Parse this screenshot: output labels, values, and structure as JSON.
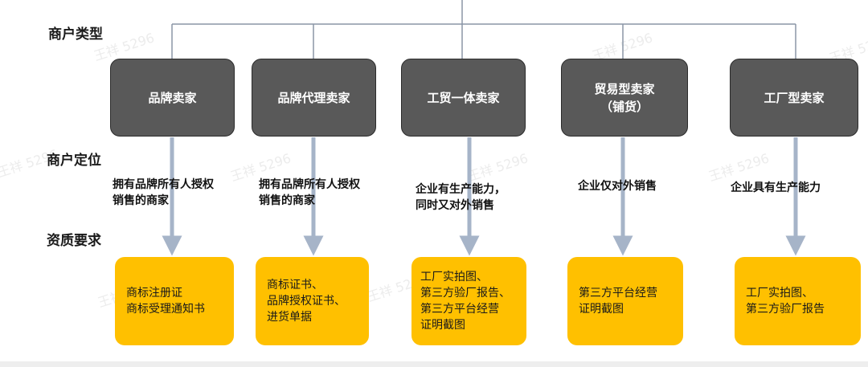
{
  "row_labels": {
    "type": "商户类型",
    "positioning": "商户定位",
    "qualification": "资质要求"
  },
  "watermark": "王祥 5296",
  "merchants": [
    {
      "type_lines": [
        "品牌卖家"
      ],
      "positioning": "拥有品牌所有人授权\n销售的商家",
      "qualification": "商标注册证\n商标受理通知书"
    },
    {
      "type_lines": [
        "品牌代理卖家"
      ],
      "positioning": "拥有品牌所有人授权\n销售的商家",
      "qualification": "商标证书、\n品牌授权证书、\n进货单据"
    },
    {
      "type_lines": [
        "工贸一体卖家"
      ],
      "positioning": "企业有生产能力，\n同时又对外销售",
      "qualification": "工厂实拍图、\n第三方验厂报告、\n第三方平台经营\n证明截图"
    },
    {
      "type_lines": [
        "贸易型卖家",
        "（铺货）"
      ],
      "positioning": "企业仅对外销售",
      "qualification": "第三方平台经营\n证明截图"
    },
    {
      "type_lines": [
        "工厂型卖家"
      ],
      "positioning": "企业具有生产能力",
      "qualification": "工厂实拍图、\n第三方验厂报告"
    }
  ],
  "colors": {
    "type_box": "#595959",
    "qualification_box": "#ffc000",
    "arrow": "#a6b4c8",
    "connector": "#8a96a6"
  }
}
